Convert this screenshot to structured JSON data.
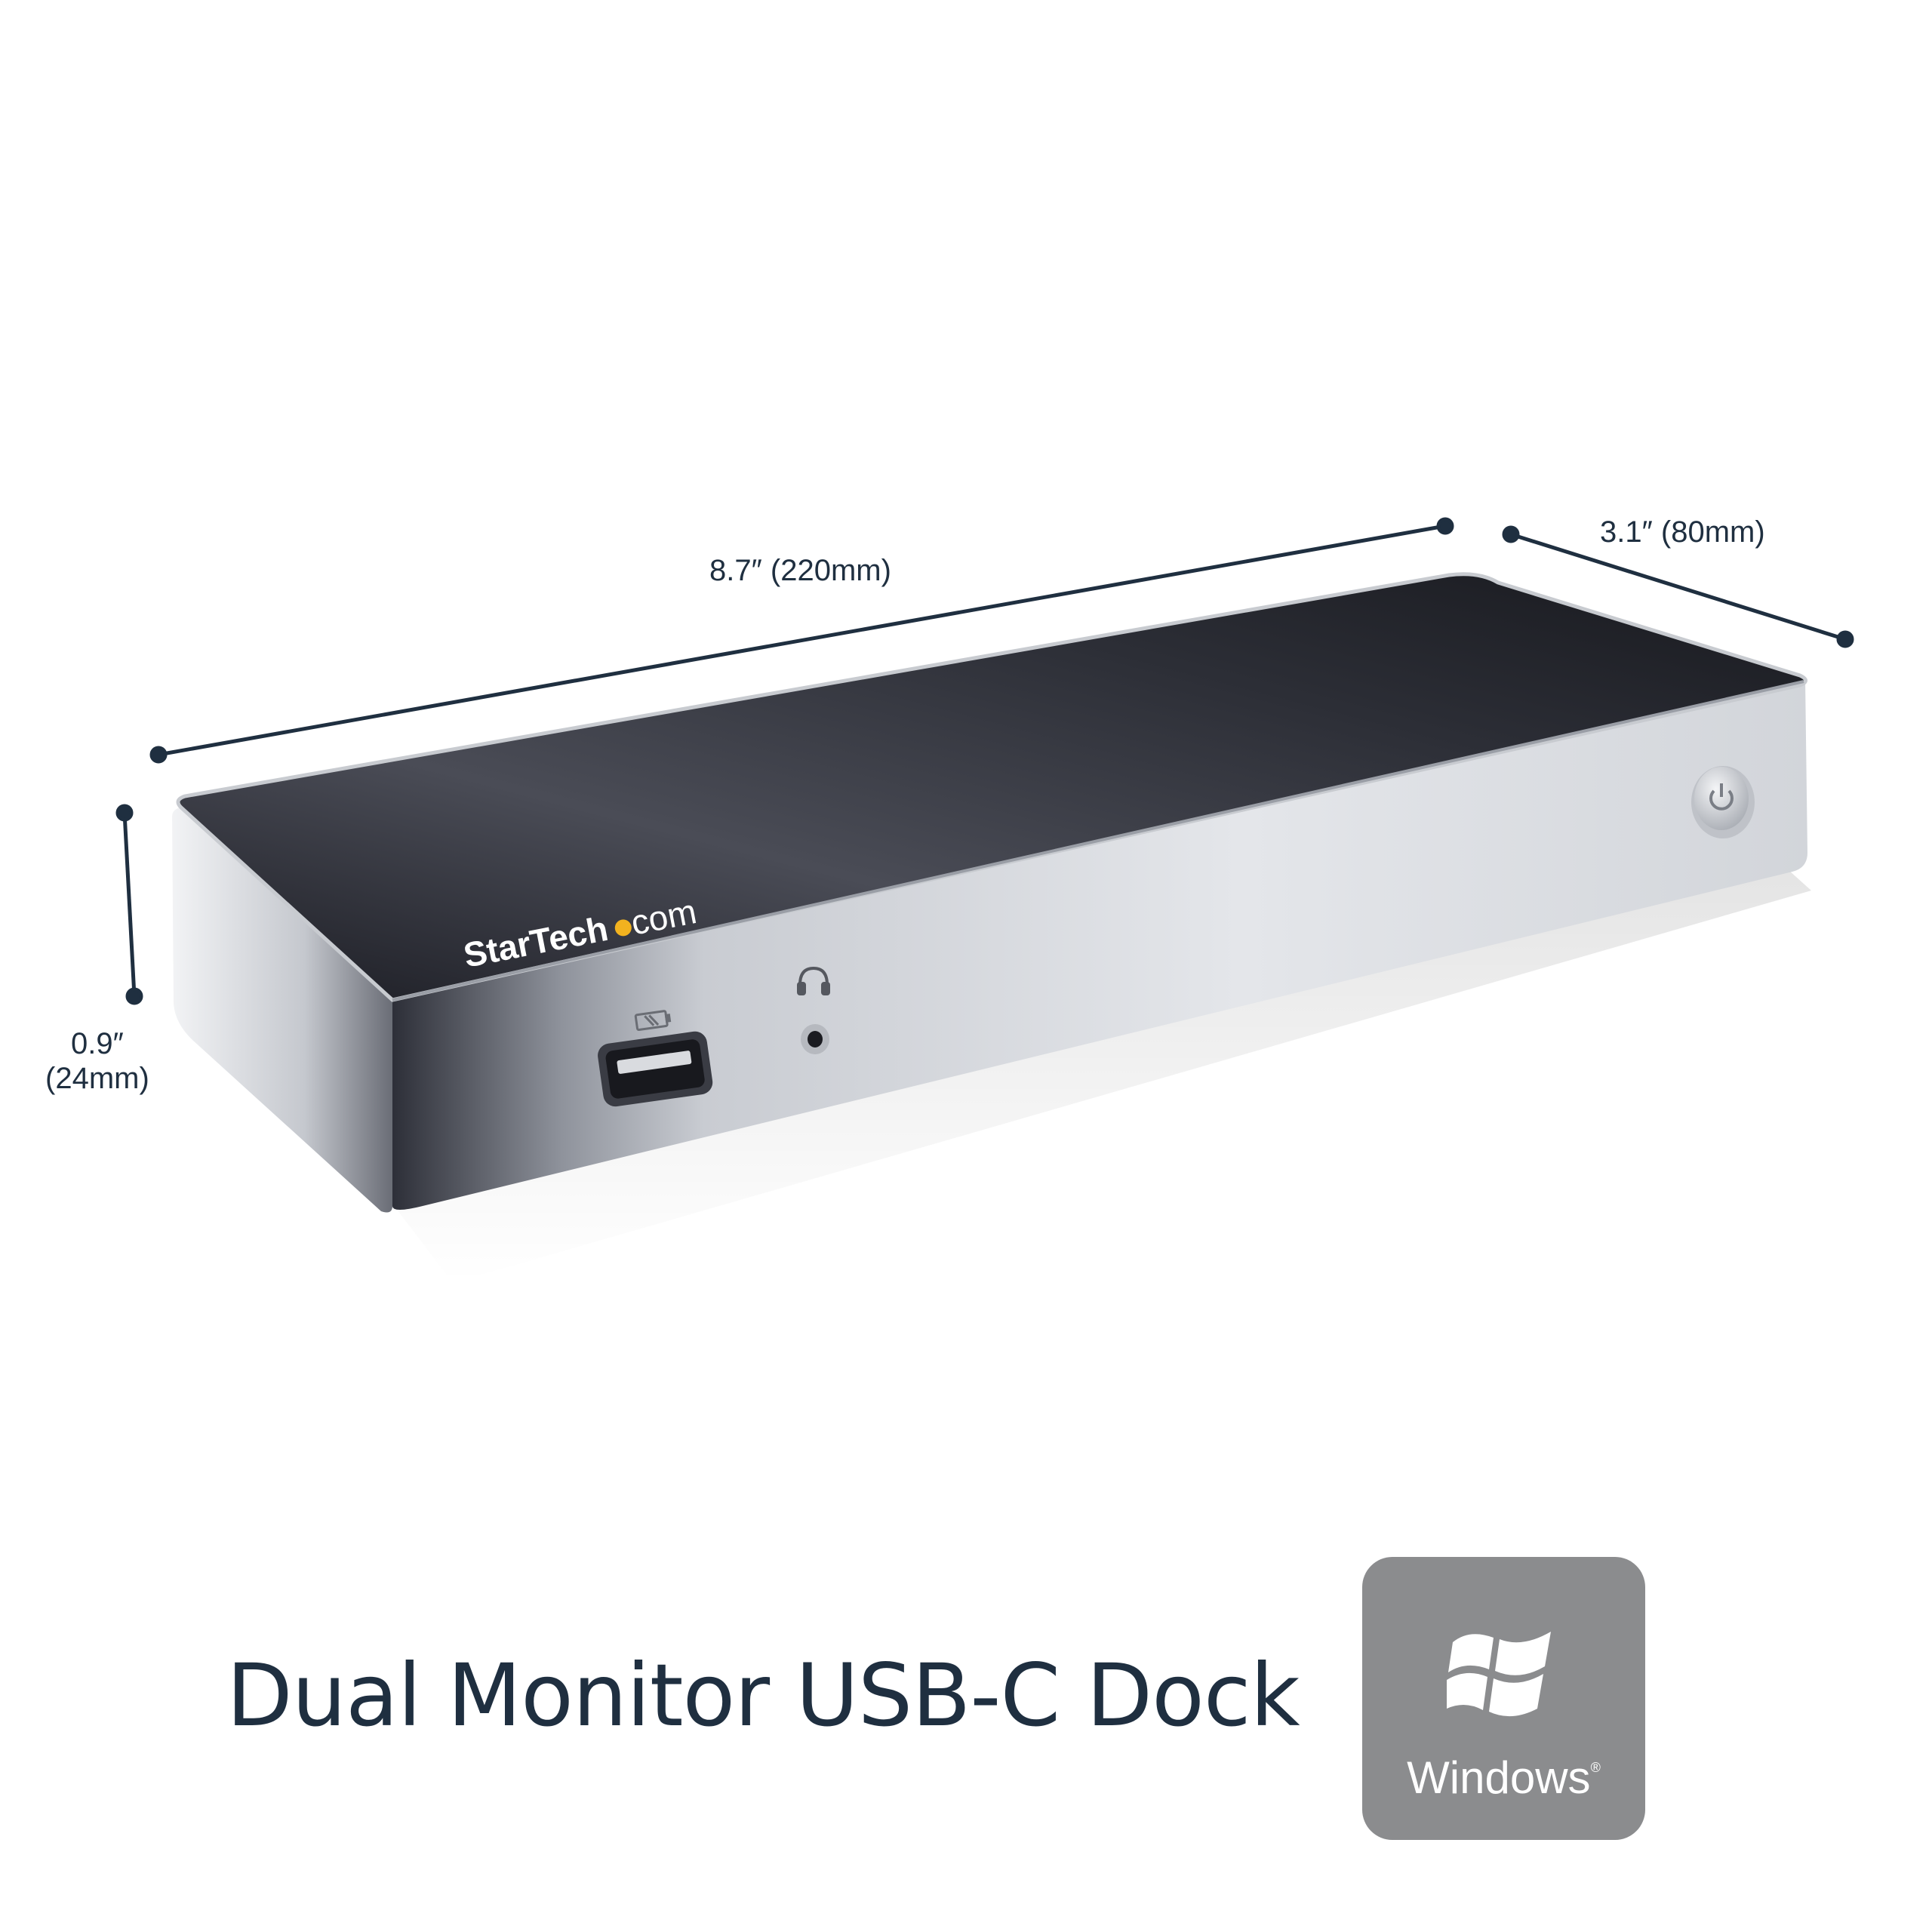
{
  "dimensions": {
    "length": "8.7″ (220mm)",
    "width": "3.1″ (80mm)",
    "height_value": "0.9″",
    "height_metric": "(24mm)"
  },
  "brand": {
    "name": "StarTech",
    "suffix": ".com"
  },
  "title": "Dual Monitor USB-C Dock",
  "os_badge": {
    "label": "Windows",
    "mark": "®"
  },
  "colors": {
    "text": "#1f2f40",
    "badge": "#8b8c8e",
    "dock_top": "#2a2c34",
    "dock_body": "#d9dbdf",
    "brand_dot": "#f2b21f"
  },
  "icons": [
    "battery-charge-icon",
    "headphones-icon",
    "power-icon",
    "windows-logo-icon"
  ]
}
